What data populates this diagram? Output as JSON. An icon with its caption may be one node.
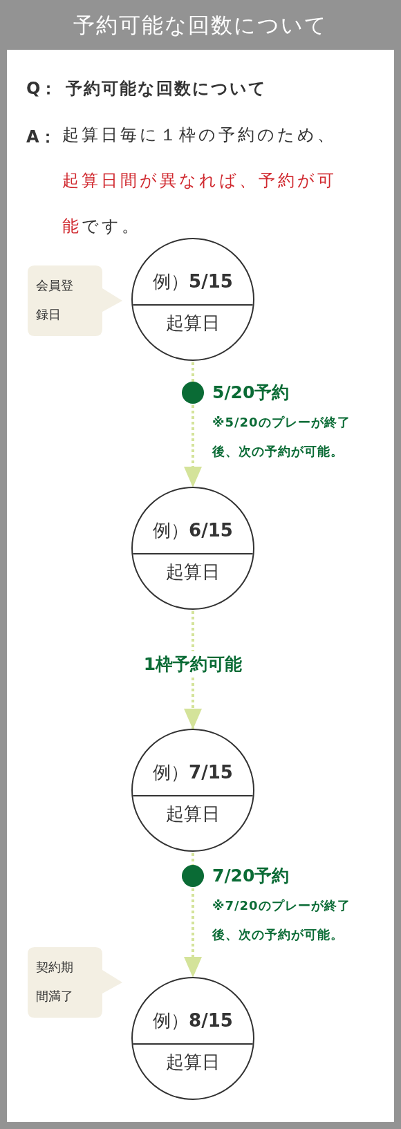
{
  "diagram": {
    "title": "予約可能な回数について",
    "nodes": [
      {
        "text": [
          "会員登録日"
        ]
      },
      {
        "text": [
          "例）**5/15**",
          "起算日"
        ]
      },
      {
        "text": [],
        "shape": "circle",
        "beside": [
          "5/20予約",
          "※5/20のプレーが終了後、次の予約が可能。"
        ]
      },
      {
        "text": [
          "例）**6/15**",
          "起算日"
        ]
      },
      {
        "text": [
          "例）**7/15**",
          "起算日"
        ]
      },
      {
        "text": [],
        "shape": "circle",
        "beside": [
          "7/20予約",
          "※7/20のプレーが終了後、次の予約が可能。"
        ]
      },
      {
        "text": [
          "契約期間満了"
        ]
      },
      {
        "text": [
          "例）**8/15**",
          "起算日"
        ]
      }
    ],
    "edges": [
      {
        "from": 1,
        "to": 2,
        "arrow": "none"
      },
      {
        "from": 2,
        "to": 3,
        "arrow": "to"
      },
      {
        "from": 3,
        "to": 4,
        "arrow": "to",
        "label": "1枠予約可能"
      },
      {
        "from": 4,
        "to": 5,
        "arrow": "none"
      },
      {
        "from": 5,
        "to": 7,
        "arrow": "to"
      }
    ],
    "labels": [
      "Q：",
      "予約可能な回数について",
      "A：",
      "起算日毎に１枠の予約のため、",
      "起算日間が異なれば、予約が可能",
      "です。"
    ]
  }
}
